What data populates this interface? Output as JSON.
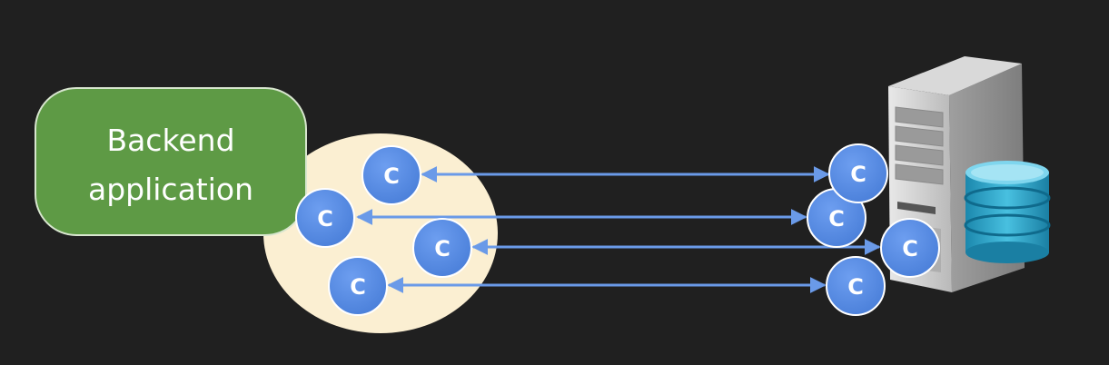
{
  "backend": {
    "line1": "Backend",
    "line2": "application"
  },
  "connections": [
    {
      "label": "C"
    },
    {
      "label": "C"
    },
    {
      "label": "C"
    },
    {
      "label": "C"
    }
  ],
  "server_connections": [
    {
      "label": "C"
    },
    {
      "label": "C"
    },
    {
      "label": "C"
    },
    {
      "label": "C"
    }
  ],
  "colors": {
    "background": "#202020",
    "backend_box": "#5e9a45",
    "pool": "#fbefd2",
    "connection": "#5b8ee6",
    "arrow": "#6a9ae8",
    "server": "#c9c9c9",
    "database": "#2fa3c9"
  }
}
